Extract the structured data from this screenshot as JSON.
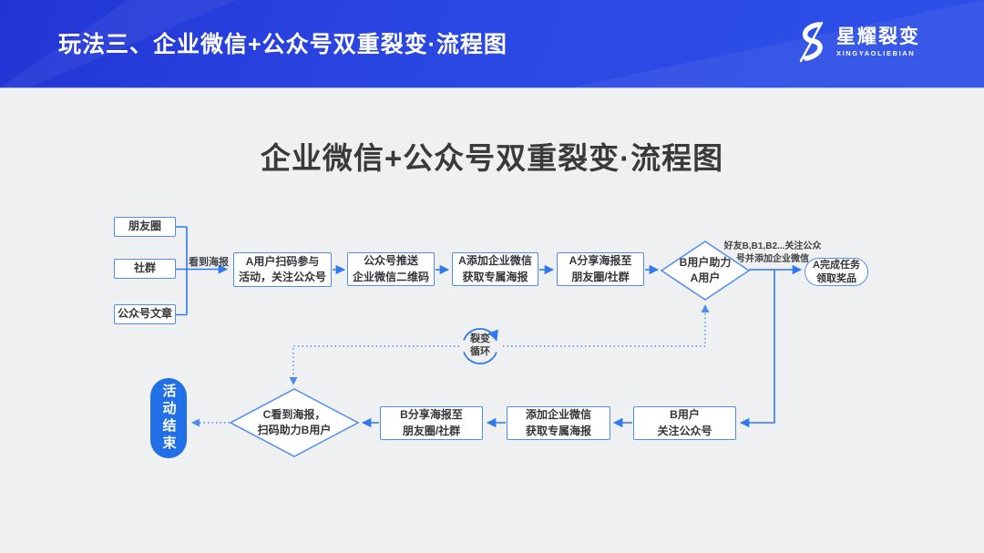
{
  "header": {
    "title": "玩法三、企业微信+公众号双重裂变·流程图",
    "logo": {
      "name": "星耀裂变",
      "subtitle": "XINGYAOLIEBIAN"
    }
  },
  "main": {
    "title": "企业微信+公众号双重裂变·流程图"
  },
  "flow": {
    "sources": [
      {
        "label": "朋友圈"
      },
      {
        "label": "社群"
      },
      {
        "label": "公众号文章"
      }
    ],
    "nodes": {
      "a_scan": "A用户扫码参与\n活动，关注公众号",
      "push_qr": "公众号推送\n企业微信二维码",
      "a_add": "A添加企业微信\n获取专属海报",
      "a_share": "A分享海报至\n朋友圈/社群",
      "b_assist": "B用户助力\nA用户",
      "a_reward": "A完成任务\n领取奖品",
      "b_follow": "B用户\n关注公众号",
      "b_add": "添加企业微信\n获取专属海报",
      "b_share": "B分享海报至\n朋友圈/社群",
      "c_assist": "C看到海报，\n扫码助力B用户",
      "end": "活动结束"
    },
    "edge_labels": {
      "see_poster": "看到海报",
      "friends_note": "好友B,B1,B2...关注公众\n号并添加企业微信",
      "loop": "裂变\n循环"
    },
    "colors": {
      "accent_line": "#2f78ee",
      "node_border": "#4f8df3",
      "end_fill": "#2170e8",
      "header_blue": "#2a46e2"
    }
  }
}
